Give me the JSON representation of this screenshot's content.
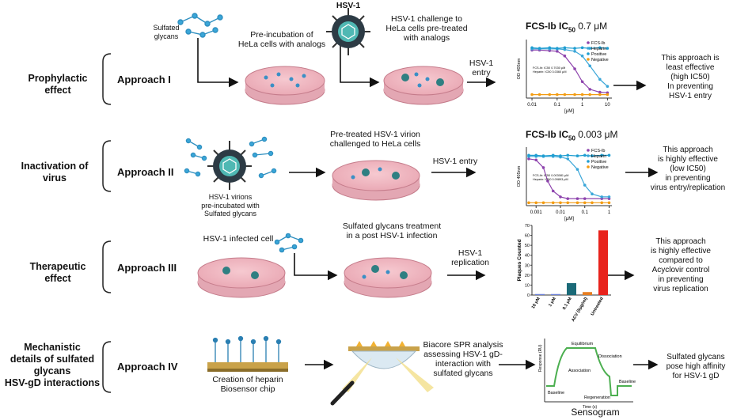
{
  "row1": {
    "label": [
      "Prophylactic",
      "effect"
    ],
    "approach": "Approach I",
    "glycans_label": [
      "Sulfated",
      "glycans"
    ],
    "step1": [
      "Pre-incubation of",
      "HeLa cells with analogs"
    ],
    "virus_label": "HSV-1",
    "step2": [
      "HSV-1 challenge to",
      "HeLa cells pre-treated",
      "with analogs"
    ],
    "entry": [
      "HSV-1",
      "entry"
    ],
    "chart_title": "FCS-Ib IC",
    "chart_title_sub": "50",
    "chart_title_val": " 0.7 μM",
    "conclusion": [
      "This approach is",
      "least effective",
      "(high IC50)",
      "In preventing",
      "HSV-1 entry"
    ]
  },
  "row2": {
    "label": [
      "Inactivation of",
      "virus"
    ],
    "approach": "Approach II",
    "virions": [
      "HSV-1 virions",
      "pre-incubated with",
      "Sulfated glycans"
    ],
    "step": [
      "Pre-treated HSV-1 virion",
      "challenged to HeLa cells"
    ],
    "entry": "HSV-1 entry",
    "chart_title": "FCS-Ib IC",
    "chart_title_sub": "50",
    "chart_title_val": " 0.003 μM",
    "conclusion": [
      "This approach",
      "is highly effective",
      "(low IC50)",
      "in preventing",
      "virus  entry/replication"
    ]
  },
  "row3": {
    "label": [
      "Therapeutic",
      "effect"
    ],
    "approach": "Approach III",
    "infected": "HSV-1 infected cell",
    "step": [
      "Sulfated glycans treatment",
      "in a post HSV-1 infection"
    ],
    "replication": [
      "HSV-1",
      "replication"
    ],
    "conclusion": [
      "This approach",
      "is highly effective",
      "compared to",
      "Acyclovir control",
      "in preventing",
      "virus  replication"
    ]
  },
  "row4": {
    "label": [
      "Mechanistic",
      "details of sulfated",
      "glycans",
      "HSV-gD interactions"
    ],
    "approach": "Approach IV",
    "chip": [
      "Creation of heparin",
      "Biosensor chip"
    ],
    "biacore": [
      "Biacore SPR analysis",
      "assessing HSV-1 gD-",
      "interaction with",
      "sulfated glycans"
    ],
    "sensogram": "Sensogram",
    "conclusion": [
      "Sulfated glycans",
      "pose high affinity",
      "for HSV-1 gD"
    ],
    "sensogram_labels": {
      "ylabel": "Response (RU)",
      "xlabel": "Time (s)",
      "equilibrium": "Equilibrium",
      "dissociation": "Dissociation",
      "association": "Association",
      "baseline1": "Baseline",
      "regeneration": "Regeneration",
      "baseline2": "Baseline"
    }
  },
  "chart_data": [
    {
      "type": "line",
      "title": "FCS-Ib IC50 0.7 μM",
      "xlabel": "[μM]",
      "ylabel": "OD 405nm",
      "x_ticks": [
        "0.01",
        "0.1",
        "1",
        "10"
      ],
      "x_scale": "log",
      "legend": [
        "FCS-Ib",
        "Heparin",
        "Positive",
        "Negative"
      ],
      "legend_placement": "top-right",
      "inset": [
        "FCS-Ib: IC50 0.7030 μM",
        "Heparin: IC50 3.0360 μM"
      ],
      "series": [
        {
          "name": "FCS-Ib",
          "color": "#8e44ad",
          "x": [
            0.01,
            0.02,
            0.05,
            0.1,
            0.2,
            0.5,
            1,
            2,
            5,
            10
          ],
          "y": [
            0.82,
            0.82,
            0.81,
            0.8,
            0.72,
            0.5,
            0.28,
            0.15,
            0.1,
            0.09
          ]
        },
        {
          "name": "Heparin",
          "color": "#3aa6d8",
          "x": [
            0.01,
            0.02,
            0.05,
            0.1,
            0.2,
            0.5,
            1,
            2,
            5,
            10
          ],
          "y": [
            0.84,
            0.84,
            0.84,
            0.84,
            0.83,
            0.8,
            0.72,
            0.55,
            0.32,
            0.2
          ]
        },
        {
          "name": "Positive",
          "color": "#1f9ed1",
          "x": [
            0.01,
            0.02,
            0.05,
            0.1,
            0.2,
            0.5,
            1,
            2,
            5,
            10
          ],
          "y": [
            0.86,
            0.85,
            0.86,
            0.85,
            0.86,
            0.85,
            0.86,
            0.85,
            0.86,
            0.85
          ]
        },
        {
          "name": "Negative",
          "color": "#f39c12",
          "x": [
            0.01,
            0.02,
            0.05,
            0.1,
            0.2,
            0.5,
            1,
            2,
            5,
            10
          ],
          "y": [
            0.06,
            0.06,
            0.06,
            0.06,
            0.06,
            0.06,
            0.06,
            0.06,
            0.06,
            0.06
          ]
        }
      ]
    },
    {
      "type": "line",
      "title": "FCS-Ib IC50 0.003 μM",
      "xlabel": "[μM]",
      "ylabel": "OD 405nm",
      "x_ticks": [
        "0.001",
        "0.01",
        "0.1",
        "1"
      ],
      "x_scale": "log",
      "legend": [
        "FCS-Ib",
        "Heparin",
        "Positive",
        "Negative"
      ],
      "legend_placement": "top-right",
      "inset": [
        "FCS-Ib: IC50 0.003081 μM",
        "Heparin: IC50 0.09893 μM"
      ],
      "series": [
        {
          "name": "FCS-Ib",
          "color": "#8e44ad",
          "x": [
            0.0005,
            0.001,
            0.002,
            0.003,
            0.005,
            0.01,
            0.02,
            0.05,
            0.1,
            0.5,
            1
          ],
          "y": [
            0.8,
            0.78,
            0.65,
            0.42,
            0.25,
            0.15,
            0.12,
            0.12,
            0.12,
            0.12,
            0.12
          ]
        },
        {
          "name": "Heparin",
          "color": "#3aa6d8",
          "x": [
            0.0005,
            0.001,
            0.002,
            0.005,
            0.01,
            0.02,
            0.05,
            0.1,
            0.2,
            0.5,
            1
          ],
          "y": [
            0.84,
            0.84,
            0.84,
            0.84,
            0.83,
            0.8,
            0.62,
            0.35,
            0.2,
            0.15,
            0.15
          ]
        },
        {
          "name": "Positive",
          "color": "#1f9ed1",
          "x": [
            0.0005,
            0.001,
            0.002,
            0.005,
            0.01,
            0.02,
            0.05,
            0.1,
            0.2,
            0.5,
            1
          ],
          "y": [
            0.86,
            0.86,
            0.85,
            0.86,
            0.85,
            0.86,
            0.85,
            0.86,
            0.85,
            0.86,
            0.86
          ]
        },
        {
          "name": "Negative",
          "color": "#f39c12",
          "x": [
            0.0005,
            0.001,
            0.002,
            0.005,
            0.01,
            0.02,
            0.05,
            0.1,
            0.2,
            0.5,
            1
          ],
          "y": [
            0.05,
            0.05,
            0.05,
            0.05,
            0.05,
            0.05,
            0.05,
            0.05,
            0.05,
            0.05,
            0.05
          ]
        }
      ]
    },
    {
      "type": "bar",
      "ylabel": "Plaques Counted",
      "ylim": [
        0,
        70
      ],
      "y_ticks": [
        0,
        10,
        20,
        30,
        40,
        50,
        60,
        70
      ],
      "categories": [
        "10 μM",
        "1 μM",
        "0.1 μM",
        "ACV (5μg/ml)",
        "Untreated"
      ],
      "values": [
        1,
        1,
        12,
        3,
        65
      ],
      "colors": [
        "#6b7fd7",
        "#6b7fd7",
        "#1b6a78",
        "#e67e22",
        "#e8231c"
      ]
    }
  ]
}
